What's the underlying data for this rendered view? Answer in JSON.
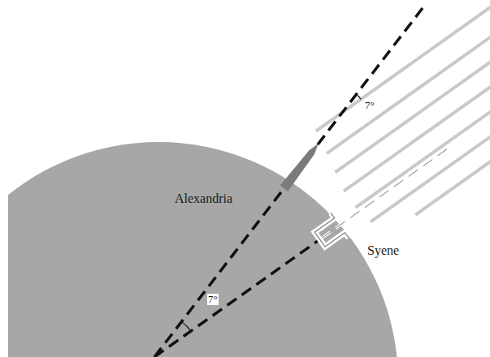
{
  "diagram": {
    "labels": [
      "Alexandria",
      "Syene",
      "7°",
      "7°"
    ]
  }
}
